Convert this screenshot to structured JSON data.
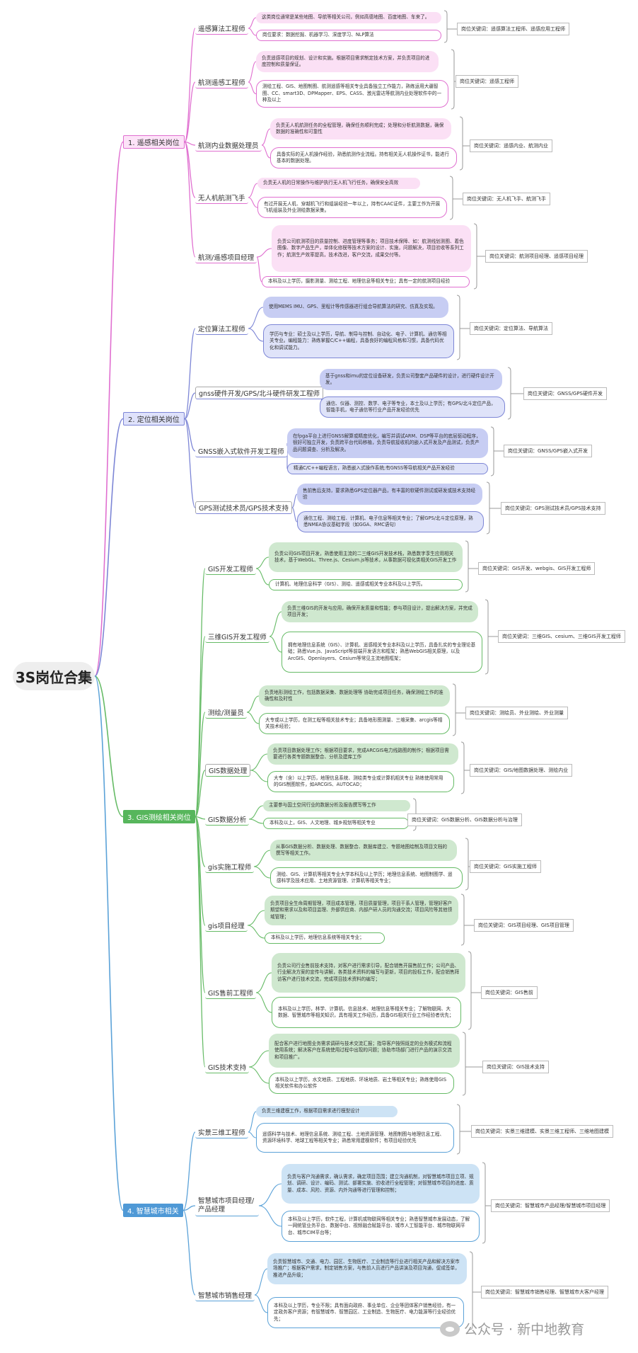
{
  "title": "3S岗位合集",
  "colors": {
    "remote": "#e06fd0",
    "position": "#7d86d6",
    "gis": "#66bb66",
    "city": "#5ba2d8"
  },
  "categories": [
    {
      "label": "1. 遥感相关岗位",
      "roles": [
        {
          "label": "遥感算法工程师",
          "descs": [
            "这类岗位通常是某些地图、导航等相关公司，例如高德地图、百度地图、车来了。",
            "岗位要求：数据挖掘、机器学习、深度学习、NLP算法"
          ],
          "keyword": "岗位关键词：遥感算法工程师、遥感应用工程师"
        },
        {
          "label": "航测遥感工程师",
          "descs": [
            "负责遥感项目的规划、设计和实施。根据项目需求制定技术方案，并负责项目的进度控制和质量保证。",
            "测绘工程、GIS、地图制图、航测遥感等相关专业具备独立工作能力，熟练运用大疆智图、CC、smart3D、DPMapper、EPS、CASS、激光雷达等航测内业处理软件中的一种及以上"
          ],
          "keyword": "岗位关键词：遥感工程师"
        },
        {
          "label": "航测内业数据处理员",
          "descs": [
            "负责无人机航测任务的全程管理，确保任务顺利完成；处理和分析航测数据，确保数据的准确性和可靠性",
            "具备实际的无人机操作经验，熟悉航测作业流程。持有相关无人机操作证书，能进行基本的数据处理。"
          ],
          "keyword": "岗位关键词：遥感内业、航测内业"
        },
        {
          "label": "无人机航测飞手",
          "descs": [
            "负责无人机的日常操作与维护执行无人机飞行任务，确保安全高效",
            "有过开展无人机、穿越机飞行和组装经验一年以上，持有CAAC证件，主要工作为开展飞机组装及外业测绘数据采集。"
          ],
          "keyword": "岗位关键词：无人机飞手、航测飞手"
        },
        {
          "label": "航测/遥感项目经理",
          "descs": [
            "负责公司航测项目的质量控制、进度管理等事务；项目技术保障、如：航测线划测图、着色图像、数字产品生产，单体化修模等技术方案的设计、实施，问题解决，项目验收等系列工作；航测生产效率提高，技术改进，客户交流，成果交付等。",
            "本科及以上学历，摄影测量、测绘工程、地理信息等相关专业；具有一定的航测项目经验"
          ],
          "keyword": "岗位关键词：航测项目经理、遥感项目经理"
        }
      ]
    },
    {
      "label": "2. 定位相关岗位",
      "roles": [
        {
          "label": "定位算法工程师",
          "descs": [
            "使用MEMS IMU、GPS、里程计等传感器进行组合导航算法的研究、仿真及实现。",
            "学历与专业：硕士及以上学历，导航、制导与控制、自动化、电子、计算机、通信等相关专业。编程能力：熟练掌握C/C++编程，具备良好的编程风格和习惯，具备代码优化和调试能力。"
          ],
          "keyword": "岗位关键词：定位算法、导航算法"
        },
        {
          "label": "gnss硬件开发/GPS/北斗硬件研发工程师",
          "descs": [
            "基于gnss和imu的定位设备研发，负责公司整套产品硬件的设计，进行硬件设计开发。",
            "通信、仪器、测控、数学、电子等专业，本士及以上学历；有GPS/北斗定位产品，智能手机，电子通信等行业产品开发经验优先"
          ],
          "keyword": "岗位关键词：GNSS/GPS硬件开发"
        },
        {
          "label": "GNSS嵌入式软件开发工程师",
          "descs": [
            "在fpga平台上进行GNSS解算或精度优化，编写并调试ARM、DSP等平台的底层驱动程序，很好可独立开发，负责跨平台代码移植，负责导航接收机的嵌入式开发及产品测试，负责产品问题调查、分析及解决。",
            "精通C/C++编程语言，熟悉嵌入式操作系统;有GNSS等导航相关产品开发经验"
          ],
          "keyword": "岗位关键词：GNSS/GPS嵌入式开发"
        },
        {
          "label": "GPS测试技术员/GPS技术支持",
          "descs": [
            "售前售后支持，要求熟悉GPS定位器产品，有丰富的软硬件测试或研发或技术支持经验",
            "通信工程、测绘工程、计算机、电子信息等相关专业；了解GPS/北斗定位原理，熟悉NMEA协议基础字段（如GGA、RMC语句）"
          ],
          "keyword": "岗位关键词：GPS测试技术员/GPS技术支持"
        }
      ]
    },
    {
      "label": "3. GIS测绘相关岗位",
      "roles": [
        {
          "label": "GIS开发工程师",
          "descs": [
            "负责公司GIS项目开发，熟悉使用主流的二三维GIS开发技术栈，熟悉数字孪生应用相关技术，基于WebGL、Three.js、Cesium.js等技术，从事数据可视化类相关GIS开发工作",
            "计算机、地理信息科学（GIS）、测绘、遥感或相关专业本科及以上学历。"
          ],
          "keyword": "岗位关键词：GIS开发、webgis、GIS开发工程师"
        },
        {
          "label": "三维GIS开发工程师",
          "descs": [
            "负责三维GIS的开发与应用，确保开发质量和性能；参与项目设计，提出解决方案，并完成项目开发；",
            "拥有地理信息系统（GIS）、计算机、遥感相关专业本科及以上学历，具备扎实的专业理论基础；熟悉Vue.js、JavaScript等前端开发语言和框架；熟悉WebGIS相关原理，以及ArcGIS、Openlayers、Cesium等常见主流地图框架；"
          ],
          "keyword": "岗位关键词：三维GIS、cesium、三维GIS开发工程师"
        },
        {
          "label": "测绘/测量员",
          "descs": [
            "负责地形测绘工作，包括数据采集、数据处理等\n协助完成项目任务，确保测绘工作的准确性和及时性",
            "大专或以上学历，在测工程等相关技术专业；具备地形图测量、三维采集、arcgis等相关技术经验；"
          ],
          "keyword": "岗位关键词：测绘员、外业测绘、外业测量"
        },
        {
          "label": "GIS数据处理",
          "descs": [
            "负责项目数据处理工作；根据项目要求，完成ARCGIS电力线路图的制作；根据项目需要进行各类专题数据整合、分析及建库工作",
            "大专（含）以上学历，地理信息系统、测绘类专业或计算机相关专业 熟练使用常用的GIS制图软件，如ARCGIS、AUTOCAD；"
          ],
          "keyword": "岗位关键词：GIS/地图数据处理、测绘内业"
        },
        {
          "label": "GIS数据分析",
          "descs": [
            "主要参与国土空间行业的数据分析及报告撰写等工作",
            "本科及以上，GIS、人文地理、城乡规划等相关专业"
          ],
          "keyword": "岗位关键词：GIS数据分析、GIS数据分析与治理"
        },
        {
          "label": "gis实施工程师",
          "descs": [
            "从事GIS数据分析、数据处理、数据整合、数据库建立、专题地图绘制及项目文档的撰写等相关工作。",
            "测绘、GIS、计算机等相关专业大学本科及以上学历；地理信息系统、地图制图学、遥感科学及技术应用、土地资源管理、计算机等相关专业；"
          ],
          "keyword": "岗位关键词：GIS实施工程师"
        },
        {
          "label": "gis项目经理",
          "descs": [
            "负责项目全生命周期管理，项目成本管理，项目质量管理，项目干系人管理，管理好客户期望和需求以及和项目监理、外部供应商、内部产研人员的沟通交流；项目风险等其他领域管理；",
            "本科及以上学历，地理信息系统等相关专业；"
          ],
          "keyword": "岗位关键词：GIS项目经理、GIS项目管理"
        },
        {
          "label": "GIS售前工程师",
          "descs": [
            "负责公司行业售前技术支持，对客户进行需求引导，配合销售开展售前工作；公司产品、行业解决方案的宣传与讲解，各类技术资料的编写与更新，项目的投标工作，配合销售拜访客户进行技术交流，完成项目技术资料的编写；",
            "本科及以上学历，林学、计算机、信息技术、地理信息等相关专业；了解物联网、大数据、智慧城市等相关知识，具有相关工作经历，具备GIS相关行业工作经验者优先；"
          ],
          "keyword": "岗位关键词：GIS售前"
        },
        {
          "label": "GIS技术支持",
          "descs": [
            "配合客户进行地图业务需求调研与技术交流汇报；指导客户按照既定的业务模式和流程使用系统；解决客户在系统使用过程中出现的问题；协助市场部门进行产品的演示交流和项目推广。",
            "本科及以上学历，水文地质、工程地质、环境地质、岩土等相关专业；熟练使用GIS相关软件和办公软件"
          ],
          "keyword": "岗位关键词：GIS技术支持"
        }
      ]
    },
    {
      "label": "4. 智慧城市相关",
      "roles": [
        {
          "label": "实景三维工程师",
          "descs": [
            "负责三维建模工作，根据项目需求进行模型设计",
            "遥感科学与技术、地理信息系统、测绘工程、土地资源管理、地图制图与地理信息工程、资源环境科学、地球工程等相关专业；熟悉常用建模软件；有项目经验优先"
          ],
          "keyword": "岗位关键词：实景三维建模、实景三维工程师、三维地图建模"
        },
        {
          "label": "智慧城市项目经理/产品经理",
          "descs": [
            "负责与客户沟通需求，确认需求，确定项目范围；建立沟通机制，对智慧城市项目立项、规划、调研、设计、编码、测试、部署实施、验收进行全程管理；对智慧城市项目的进度、质量、成本、风险、资源、内外沟通等进行管理和控制；",
            "本科及以上学历，软件工程，计算机或物联网等相关专业；熟悉智慧城市发展动态，了解一网统管业务平台、数据中台、视频融合赋能平台、城市人工智能平台、城市物联网平台、城市CIM平台等；"
          ],
          "keyword": "岗位关键词：智慧城市产品经理/智慧城市项目经理"
        },
        {
          "label": "智慧城市销售经理",
          "descs": [
            "负责智慧城市、交通、电力、园区、生物医疗、工业制造等行业进行相关产品和解决方案市场推广；根据客户需求，制定销售方案，与售前人员进行产品讲演及项目沟通，促成签单，推进产品升级；",
            "本科及以上学历，专业不限；具有面向政府、事业单位、企业等团体客户销售经验，有一定政务客户资源；有智慧城市、智慧园区、工业制造、生物医疗、电力能源等行业经验优先；"
          ],
          "keyword": "岗位关键词：智慧城市销售经理、智慧城市大客户经理"
        }
      ]
    }
  ],
  "watermark": {
    "icon": "wechat-icon",
    "text": "公众号 · 新中地教育"
  }
}
